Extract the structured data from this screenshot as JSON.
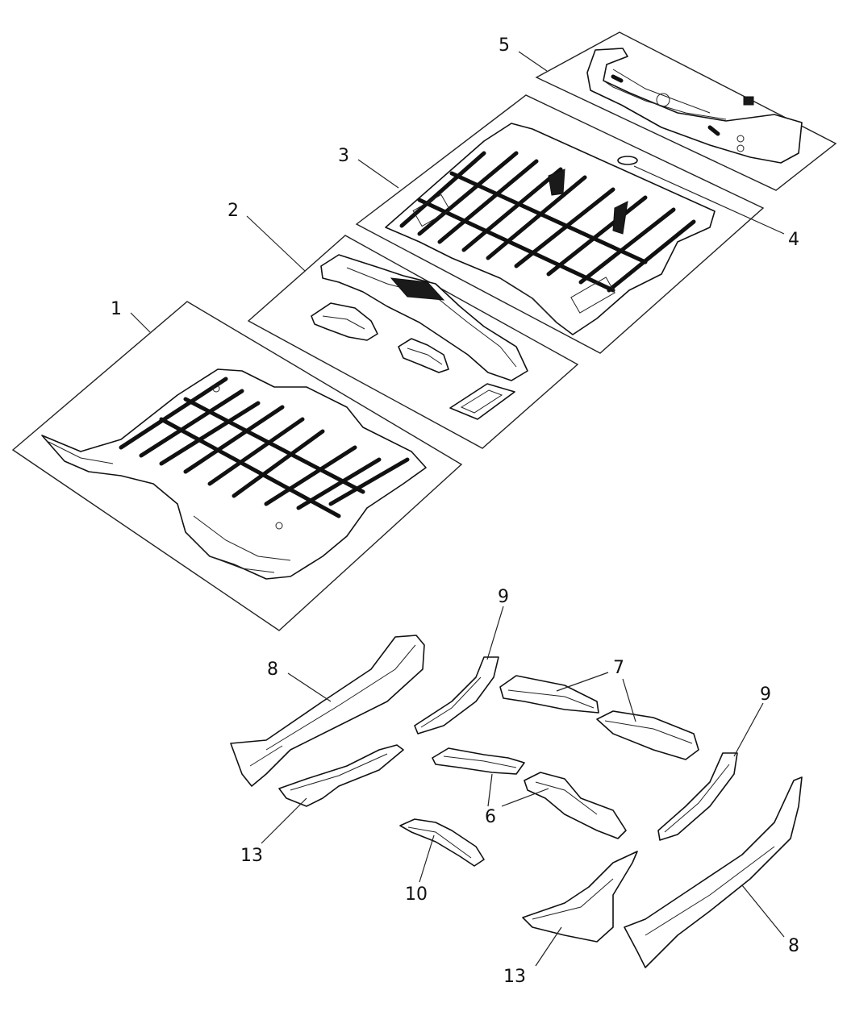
{
  "callouts": [
    {
      "id": "c1",
      "label": "1"
    },
    {
      "id": "c2",
      "label": "2"
    },
    {
      "id": "c3",
      "label": "3"
    },
    {
      "id": "c4",
      "label": "4"
    },
    {
      "id": "c5",
      "label": "5"
    },
    {
      "id": "c6",
      "label": "6"
    },
    {
      "id": "c7",
      "label": "7"
    },
    {
      "id": "c8a",
      "label": "8"
    },
    {
      "id": "c8b",
      "label": "8"
    },
    {
      "id": "c9a",
      "label": "9"
    },
    {
      "id": "c9b",
      "label": "9"
    },
    {
      "id": "c10",
      "label": "10"
    },
    {
      "id": "c13a",
      "label": "13"
    },
    {
      "id": "c13b",
      "label": "13"
    }
  ]
}
